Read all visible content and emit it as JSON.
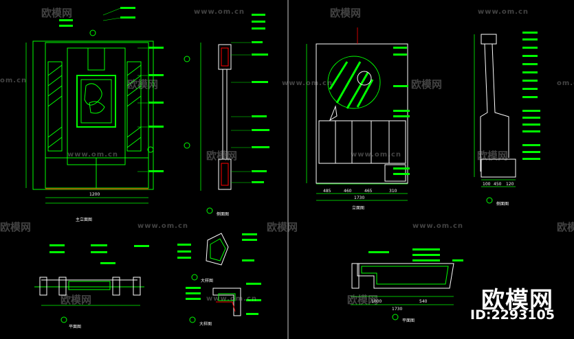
{
  "watermark": {
    "url_text": "www.om.cn",
    "url_text_short": "om.cn",
    "brand_text": "欧模网"
  },
  "badge": {
    "brand": "欧模网",
    "id": "ID:2293105"
  },
  "views": {
    "front_elevation_1": "主立面图",
    "side_elevation_1": "侧面图",
    "plan_1": "平面图",
    "detail_1": "大样图",
    "detail_2": "大样图",
    "front_elevation_2": "立面图",
    "side_elevation_2": "侧面图",
    "plan_2": "平面图"
  },
  "dimensions": {
    "front_1_width": "1200",
    "front_2_total": "1730",
    "front_2_parts": [
      "485",
      "460",
      "465",
      "310"
    ],
    "side_2_parts": [
      "100",
      "450",
      "120"
    ],
    "plan_2_parts": [
      "1000",
      "540"
    ],
    "plan_2_total": "1730"
  },
  "colors": {
    "background": "#000000",
    "line_main": "#00ff00",
    "line_alt": "#33ff99",
    "line_accent": "#ff0000",
    "line_white": "#ffffff",
    "line_cyan": "#00ffff",
    "line_yellow": "#ffff00"
  }
}
